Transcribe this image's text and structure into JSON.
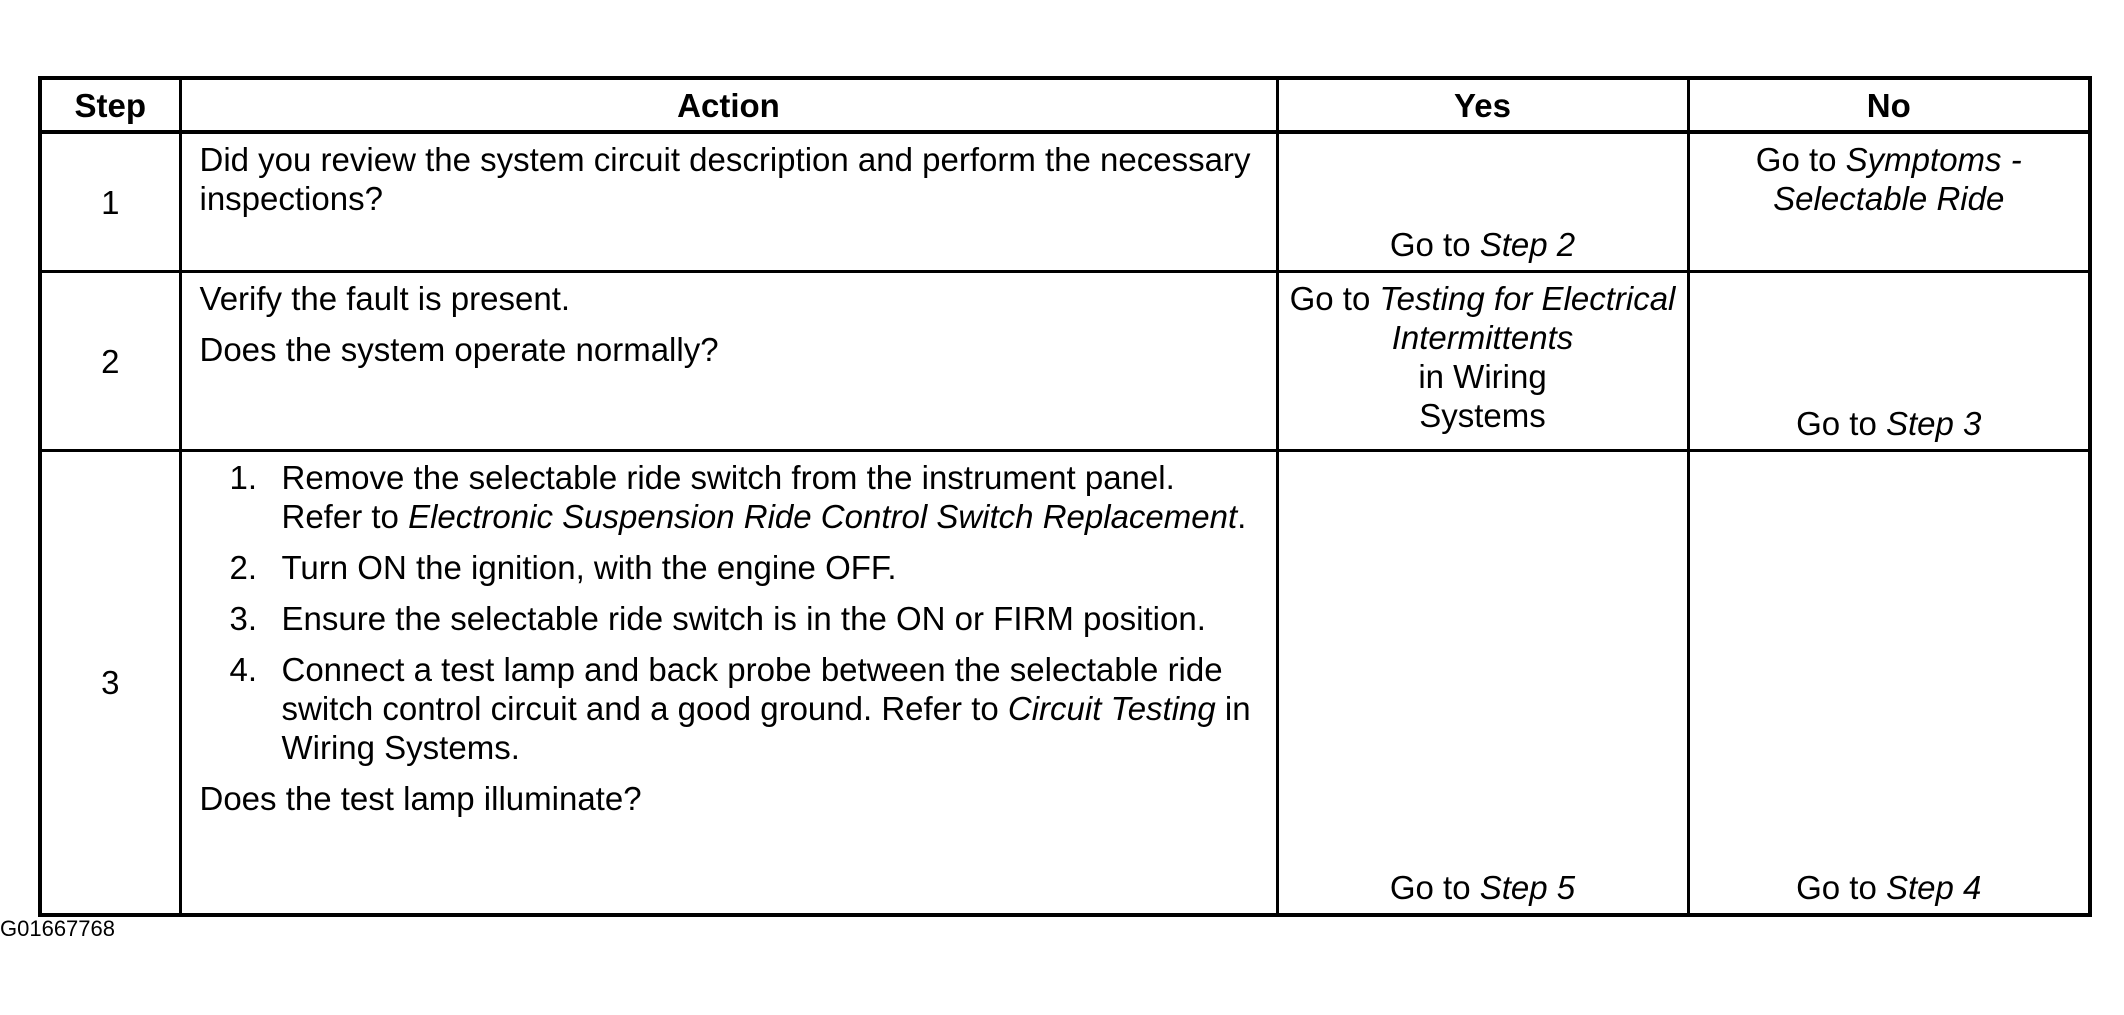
{
  "table": {
    "headers": {
      "step": "Step",
      "action": "Action",
      "yes": "Yes",
      "no": "No"
    },
    "rows": [
      {
        "step": "1",
        "action_text": "Did you review the system circuit description and perform the necessary inspections?",
        "yes_prefix": "Go to ",
        "yes_link": "Step 2",
        "no_prefix": "Go to ",
        "no_link": "Symptoms - Selectable Ride"
      },
      {
        "step": "2",
        "action_line1": "Verify the fault is present.",
        "action_line2": "Does the system operate normally?",
        "yes_prefix": "Go to ",
        "yes_link": "Testing for Electrical Intermittents",
        "yes_suffix": "in Wiring Systems",
        "no_prefix": "Go to ",
        "no_link": "Step 3"
      },
      {
        "step": "3",
        "substeps": [
          {
            "num": "1.",
            "text_before": "Remove the selectable ride switch from the instrument panel. Refer to ",
            "ref": "Electronic Suspension Ride Control Switch Replacement",
            "text_after": "."
          },
          {
            "num": "2.",
            "text_before": "Turn ON the ignition, with the engine OFF.",
            "ref": "",
            "text_after": ""
          },
          {
            "num": "3.",
            "text_before": "Ensure the selectable ride switch is in the ON or FIRM position.",
            "ref": "",
            "text_after": ""
          },
          {
            "num": "4.",
            "text_before": "Connect a test lamp and back probe between the selectable ride switch control circuit and a good ground. Refer to ",
            "ref": "Circuit Testing",
            "text_after": " in Wiring Systems."
          }
        ],
        "question": "Does the test lamp illuminate?",
        "yes_prefix": "Go to ",
        "yes_link": "Step 5",
        "no_prefix": "Go to ",
        "no_link": "Step 4"
      }
    ]
  },
  "figure_id": "G01667768"
}
